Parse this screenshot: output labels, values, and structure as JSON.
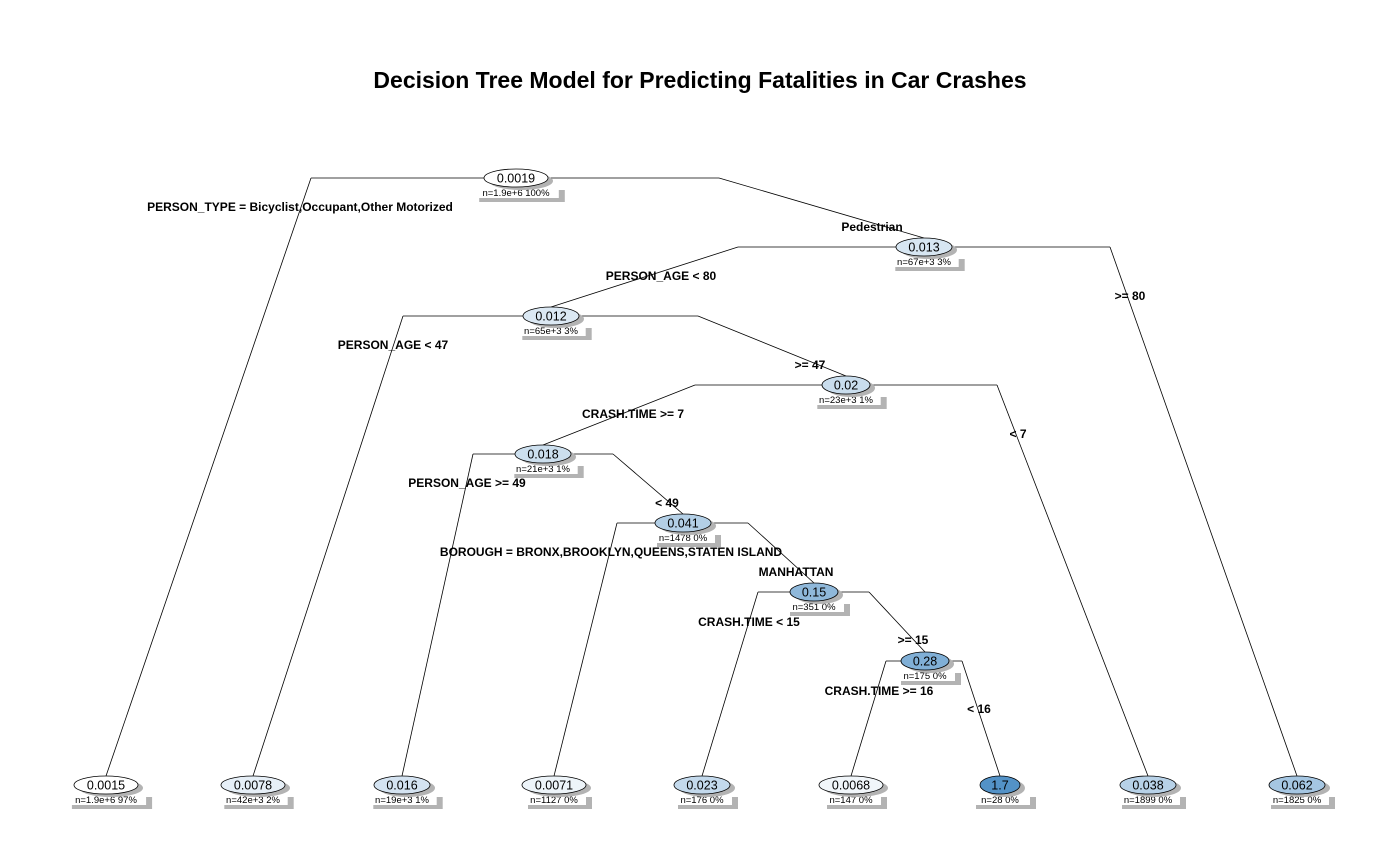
{
  "title": "Decision Tree Model for Predicting Fatalities in Car Crashes",
  "nodes": [
    {
      "id": "root",
      "value": "0.0019",
      "info": "n=1.9e+6  100%",
      "shade": 0.0
    },
    {
      "id": "pedestrian",
      "value": "0.013",
      "info": "n=67e+3  3%",
      "shade": 0.22
    },
    {
      "id": "age-lt-80",
      "value": "0.012",
      "info": "n=65e+3  3%",
      "shade": 0.2
    },
    {
      "id": "age-ge-47",
      "value": "0.02",
      "info": "n=23e+3  1%",
      "shade": 0.3
    },
    {
      "id": "time-ge-7",
      "value": "0.018",
      "info": "n=21e+3  1%",
      "shade": 0.28
    },
    {
      "id": "age-lt-49",
      "value": "0.041",
      "info": "n=1478  0%",
      "shade": 0.42
    },
    {
      "id": "manhattan",
      "value": "0.15",
      "info": "n=351  0%",
      "shade": 0.62
    },
    {
      "id": "time-ge-15",
      "value": "0.28",
      "info": "n=175  0%",
      "shade": 0.7
    },
    {
      "id": "leaf-1",
      "value": "0.0015",
      "info": "n=1.9e+6  97%",
      "shade": 0.0
    },
    {
      "id": "leaf-2",
      "value": "0.0078",
      "info": "n=42e+3  2%",
      "shade": 0.14
    },
    {
      "id": "leaf-3",
      "value": "0.016",
      "info": "n=19e+3  1%",
      "shade": 0.24
    },
    {
      "id": "leaf-4",
      "value": "0.0071",
      "info": "n=1127  0%",
      "shade": 0.1
    },
    {
      "id": "leaf-5",
      "value": "0.023",
      "info": "n=176  0%",
      "shade": 0.33
    },
    {
      "id": "leaf-6",
      "value": "0.0068",
      "info": "n=147  0%",
      "shade": 0.08
    },
    {
      "id": "leaf-7",
      "value": "1.7",
      "info": "n=28  0%",
      "shade": 0.95
    },
    {
      "id": "leaf-8",
      "value": "0.038",
      "info": "n=1899  0%",
      "shade": 0.4
    },
    {
      "id": "leaf-9",
      "value": "0.062",
      "info": "n=1825  0%",
      "shade": 0.5
    }
  ],
  "splits": [
    {
      "id": "person-type-split",
      "text": "PERSON_TYPE = Bicyclist,Occupant,Other Motorized"
    },
    {
      "id": "pedestrian-split",
      "text": "Pedestrian"
    },
    {
      "id": "age-lt-80-split",
      "text": "PERSON_AGE < 80"
    },
    {
      "id": "age-ge-80-split",
      "text": ">= 80"
    },
    {
      "id": "age-lt-47-split",
      "text": "PERSON_AGE < 47"
    },
    {
      "id": "age-ge-47-split",
      "text": ">= 47"
    },
    {
      "id": "time-ge-7-split",
      "text": "CRASH.TIME >= 7"
    },
    {
      "id": "time-lt-7-split",
      "text": "< 7"
    },
    {
      "id": "age-ge-49-split",
      "text": "PERSON_AGE >= 49"
    },
    {
      "id": "age-lt-49-split",
      "text": "< 49"
    },
    {
      "id": "borough-split",
      "text": "BOROUGH = BRONX,BROOKLYN,QUEENS,STATEN ISLAND"
    },
    {
      "id": "manhattan-split",
      "text": "MANHATTAN"
    },
    {
      "id": "time-lt-15-split",
      "text": "CRASH.TIME < 15"
    },
    {
      "id": "time-ge-15-split",
      "text": ">= 15"
    },
    {
      "id": "time-ge-16-split",
      "text": "CRASH.TIME >= 16"
    },
    {
      "id": "time-lt-16-split",
      "text": "< 16"
    }
  ]
}
